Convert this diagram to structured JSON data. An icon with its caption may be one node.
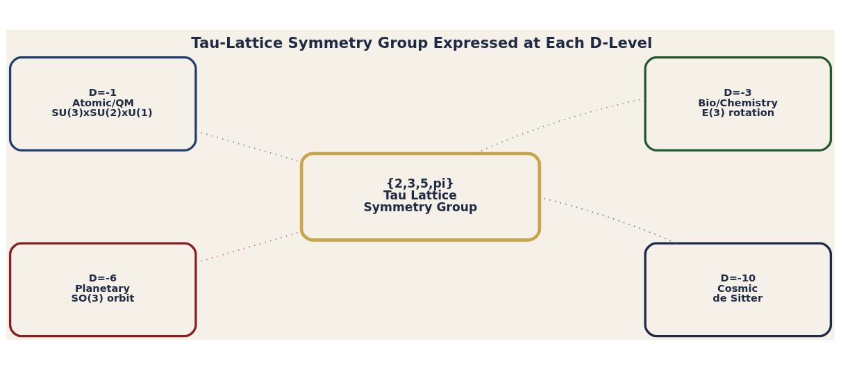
{
  "diagram": {
    "title": "Tau-Lattice Symmetry Group Expressed at Each D-Level",
    "nodes": [
      {
        "text": [
          "D=-1",
          "Atomic/QM",
          "SU(3)xSU(2)xU(1)"
        ]
      },
      {
        "text": [
          "D=-3",
          "Bio/Chemistry",
          "E(3) rotation"
        ]
      },
      {
        "text": [
          "{2,3,5,pi}",
          "Tau Lattice",
          "Symmetry Group"
        ]
      },
      {
        "text": [
          "D=-6",
          "Planetary",
          "SO(3) orbit"
        ]
      },
      {
        "text": [
          "D=-10",
          "Cosmic",
          "de Sitter"
        ]
      }
    ],
    "edges": [
      {
        "from": 0,
        "to": 2,
        "arrow": "none",
        "style": "dashed",
        "color": "#7d8a9e"
      },
      {
        "from": 1,
        "to": 2,
        "arrow": "none",
        "style": "dashed",
        "color": "#7f9a6a"
      },
      {
        "from": 3,
        "to": 2,
        "arrow": "none",
        "style": "dashed",
        "color": "#c0706a"
      },
      {
        "from": 4,
        "to": 2,
        "arrow": "none",
        "style": "dashed",
        "color": "#6b7280"
      }
    ]
  }
}
